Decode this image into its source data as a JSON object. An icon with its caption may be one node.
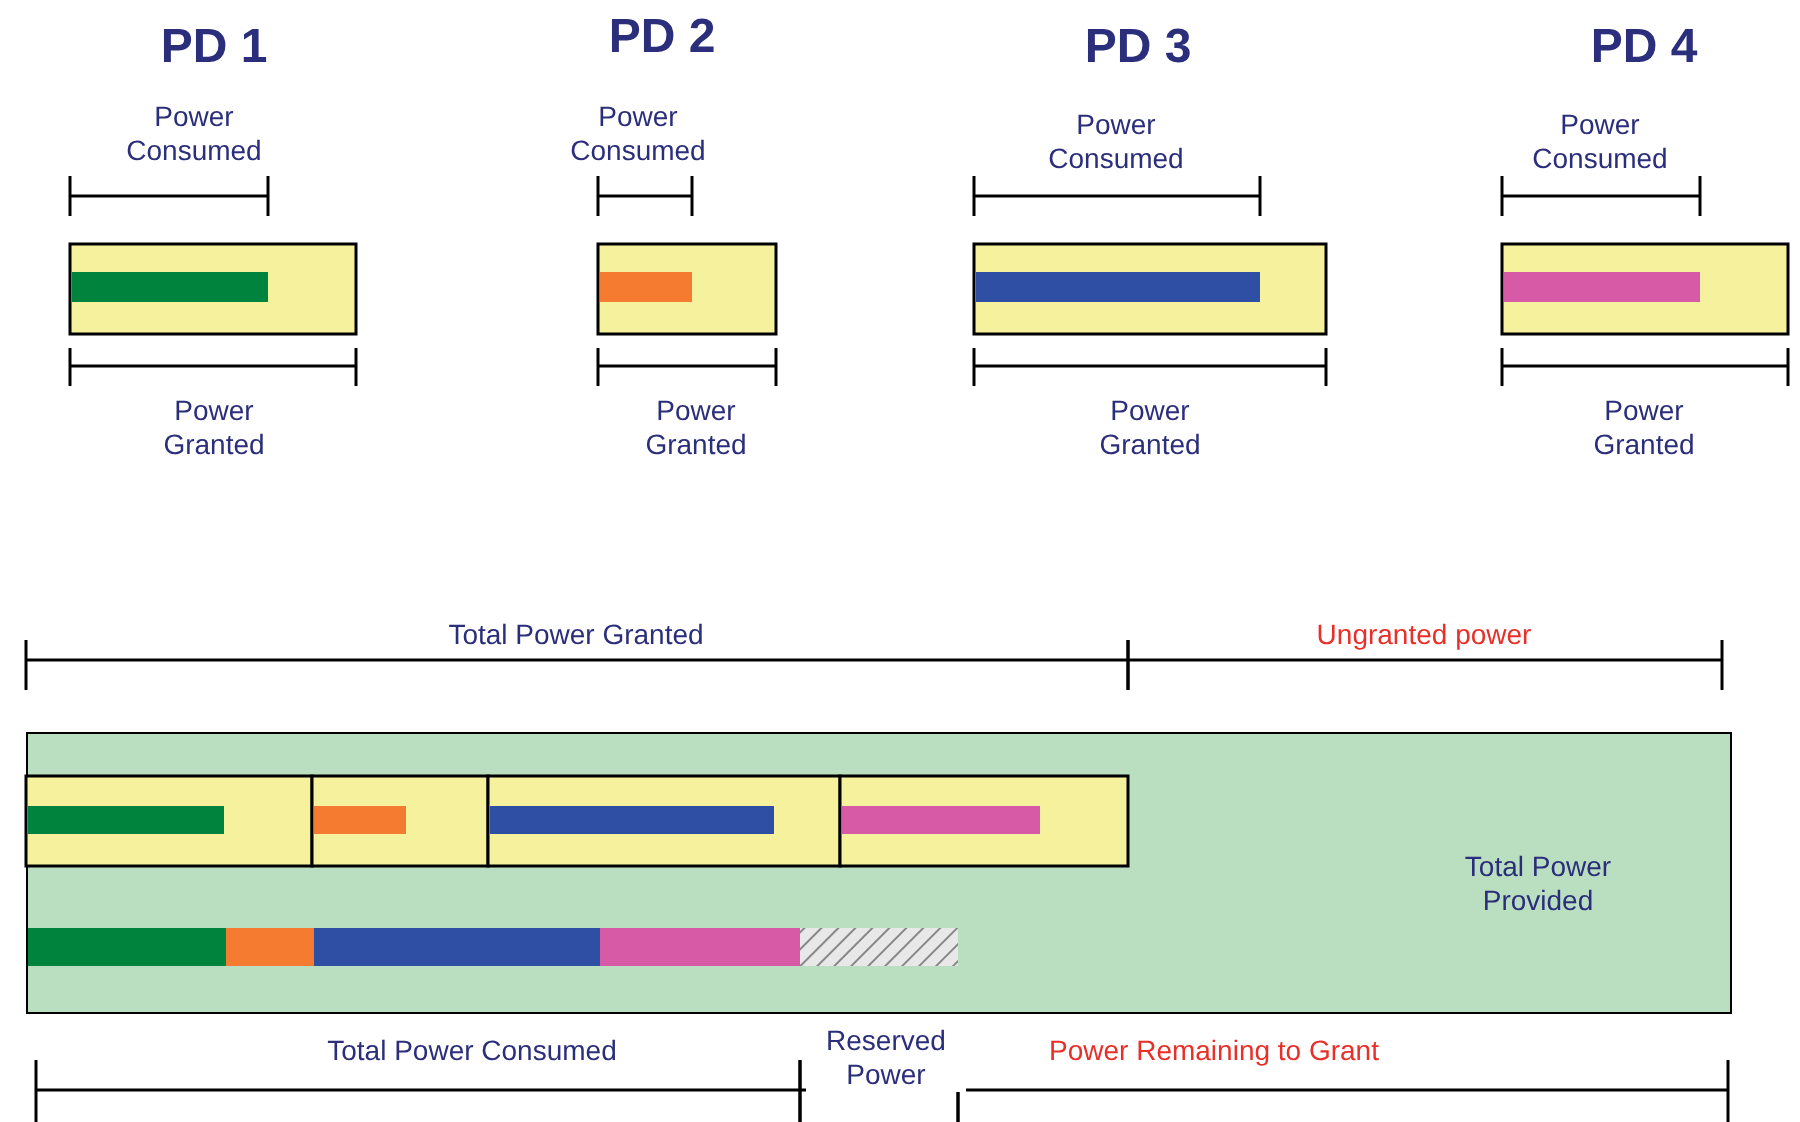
{
  "diagram": {
    "nodes": [
      {
        "text": [
          "Total Power Provided"
        ]
      }
    ],
    "labels": [
      "PD 1",
      "PD 2",
      "PD 3",
      "PD 4",
      "Power Consumed",
      "Power Consumed",
      "Power Consumed",
      "Power Consumed",
      "Power Granted",
      "Power Granted",
      "Power Granted",
      "Power Granted",
      "Total Power Granted",
      "Ungranted power",
      "Total Power Consumed",
      "Reserved Power",
      "Power Remaining to Grant"
    ]
  }
}
